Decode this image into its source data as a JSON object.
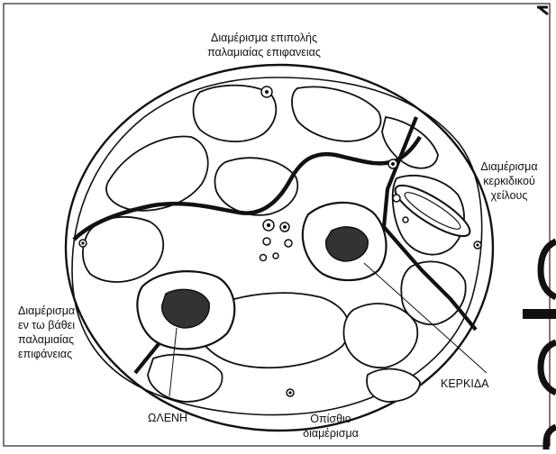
{
  "labels": {
    "superficial_palmar": [
      "Διαμέρισμα επιπολής",
      "παλαμιαίας επιφανειας"
    ],
    "radial_border": [
      "Διαμέρισμα",
      "κερκιδικού",
      "χείλους"
    ],
    "deep_palmar": [
      "Διαμέρισμα",
      "εν τω βάθει",
      "παλαμιαίας",
      "επιφάνειας"
    ],
    "radius": "ΚΕΡΚΙΔΑ",
    "ulna": "ΩΛΕΝΗ",
    "posterior": [
      "Οπίσθιο",
      "διαμέρισμα"
    ]
  },
  "colors": {
    "ink": "#111111",
    "background": "#ffffff",
    "frame": "#222222"
  }
}
